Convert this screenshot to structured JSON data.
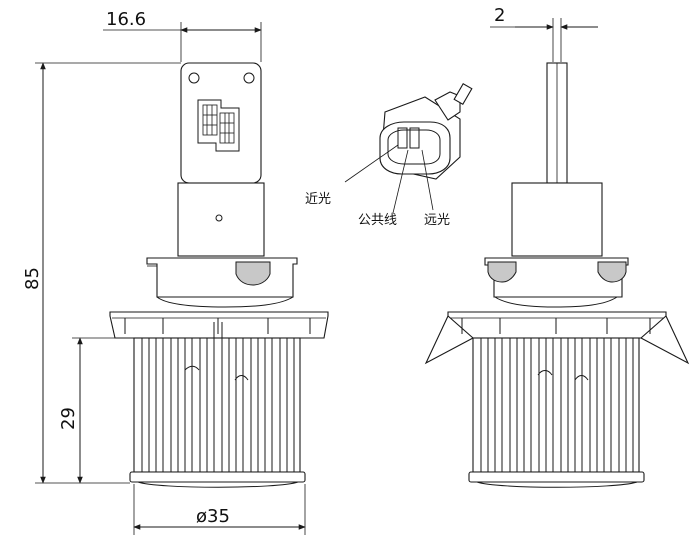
{
  "dimensions": {
    "width_top": "16.6",
    "height_total": "85",
    "height_heatsink": "29",
    "diameter": "ø35",
    "tab_thickness": "2"
  },
  "connector_labels": {
    "pin_left": "近光",
    "pin_common": "公共线",
    "pin_right": "远光"
  },
  "colors": {
    "line": "#1a1a1a",
    "background": "#ffffff"
  }
}
